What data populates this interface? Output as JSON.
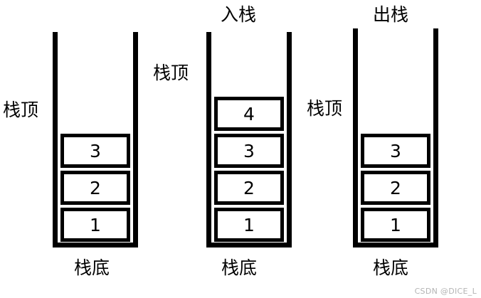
{
  "diagram": {
    "title_implicit": "Stack push and pop illustration",
    "stacks": [
      {
        "id": "stack-initial",
        "top_label": "",
        "side_label": "栈顶",
        "bottom_label": "栈底",
        "cells": [
          "3",
          "2",
          "1"
        ]
      },
      {
        "id": "stack-push",
        "top_label": "入栈",
        "side_label": "栈顶",
        "bottom_label": "栈底",
        "cells": [
          "4",
          "3",
          "2",
          "1"
        ]
      },
      {
        "id": "stack-pop",
        "top_label": "出栈",
        "side_label": "栈顶",
        "bottom_label": "栈底",
        "cells": [
          "3",
          "2",
          "1"
        ]
      }
    ]
  },
  "watermark": {
    "text": "CSDN @DICE_L"
  },
  "colors": {
    "stroke": "#000000",
    "background": "#ffffff",
    "watermark": "#b4b4b4"
  }
}
